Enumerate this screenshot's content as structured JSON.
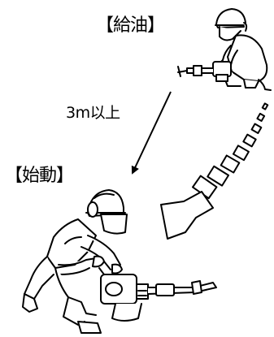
{
  "labels": {
    "refuel": "【給油】",
    "distance": "3m以上",
    "start": "【始動】"
  },
  "colors": {
    "line": "#000000",
    "background": "#ffffff"
  },
  "icons": {
    "refuel_figure": "worker-refueling-icon",
    "start_figure": "worker-starting-engine-icon",
    "direct_arrow": "thin-arrow-icon",
    "movement_arrow": "dashed-hollow-arrow-icon"
  }
}
